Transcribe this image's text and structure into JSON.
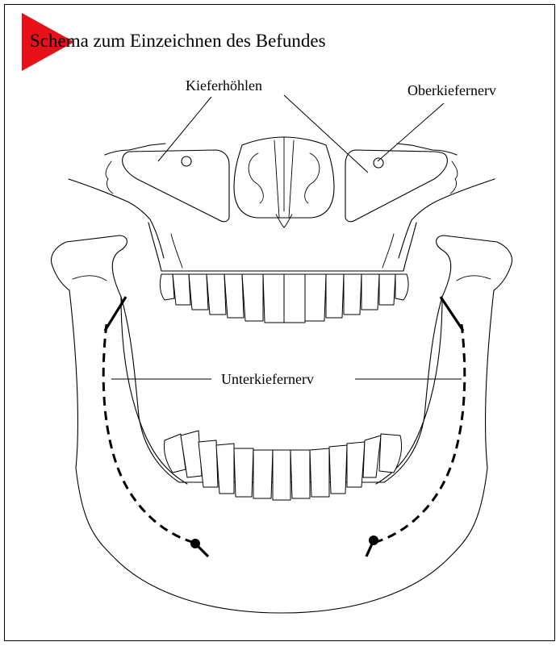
{
  "title": "Schema zum Einzeichnen des Befundes",
  "labels": {
    "maxillary_sinus": "Kieferhöhlen",
    "upper_jaw_nerve": "Oberkiefernerv",
    "lower_jaw_nerve": "Unterkiefernerv"
  },
  "colors": {
    "corner_marker": "#e8111a",
    "line": "#000000",
    "background": "#ffffff"
  }
}
